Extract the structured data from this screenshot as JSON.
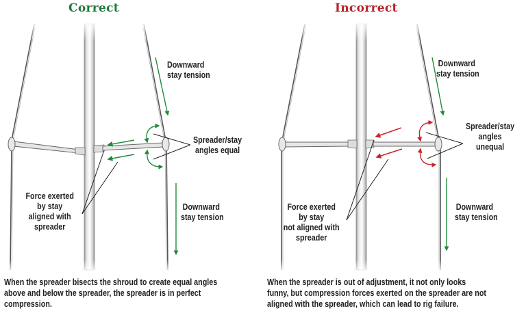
{
  "colors": {
    "correct": "#1f7a3a",
    "incorrect": "#b8222a",
    "arrow_green": "#1f8a3c",
    "arrow_red": "#cc2229",
    "label": "#222222"
  },
  "panels": {
    "correct": {
      "title": "Correct",
      "downward_top": [
        "Downward",
        "stay tension"
      ],
      "angles": [
        "Spreader/stay",
        "angles equal"
      ],
      "force": [
        "Force exerted",
        "by stay",
        "aligned with",
        "spreader"
      ],
      "downward_bottom": [
        "Downward",
        "stay tension"
      ],
      "caption": [
        "When the spreader bisects the shroud to create equal angles",
        "above and below the spreader, the spreader is in perfect",
        "compression."
      ]
    },
    "incorrect": {
      "title": "Incorrect",
      "downward_top": [
        "Downward",
        "stay tension"
      ],
      "angles": [
        "Spreader/stay",
        "angles",
        "unequal"
      ],
      "force": [
        "Force exerted",
        "by stay",
        "not aligned with",
        "spreader"
      ],
      "downward_bottom": [
        "Downward",
        "stay tension"
      ],
      "caption": [
        "When the spreader is out of adjustment, it not only looks",
        "funny, but compression forces exerted on the spreader are not",
        "aligned with the spreader, which can lead to rig failure."
      ]
    }
  }
}
